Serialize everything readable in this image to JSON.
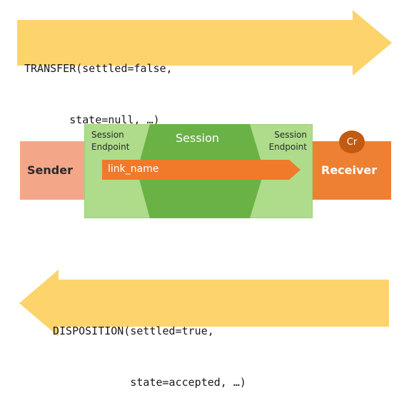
{
  "top_arrow": {
    "line1": "TRANSFER(settled=false,",
    "line2": "       state=null, …)",
    "color": "#FDD36C"
  },
  "bottom_arrow": {
    "line1": "DISPOSITION(settled=true,",
    "line2": "            state=accepted, …)",
    "color": "#FDD36C"
  },
  "sender": {
    "label": "Sender",
    "color": "#F4A688"
  },
  "receiver": {
    "label": "Receiver",
    "badge": "Cr",
    "color": "#EE8033",
    "badge_color": "#C25A12"
  },
  "session": {
    "label": "Session",
    "left_endpoint": [
      "Session",
      "Endpoint"
    ],
    "right_endpoint": [
      "Session",
      "Endpoint"
    ],
    "outer_color": "#AEDC8A",
    "inner_color": "#6AB245"
  },
  "link": {
    "label": "link_name",
    "color": "#F07A2A"
  }
}
